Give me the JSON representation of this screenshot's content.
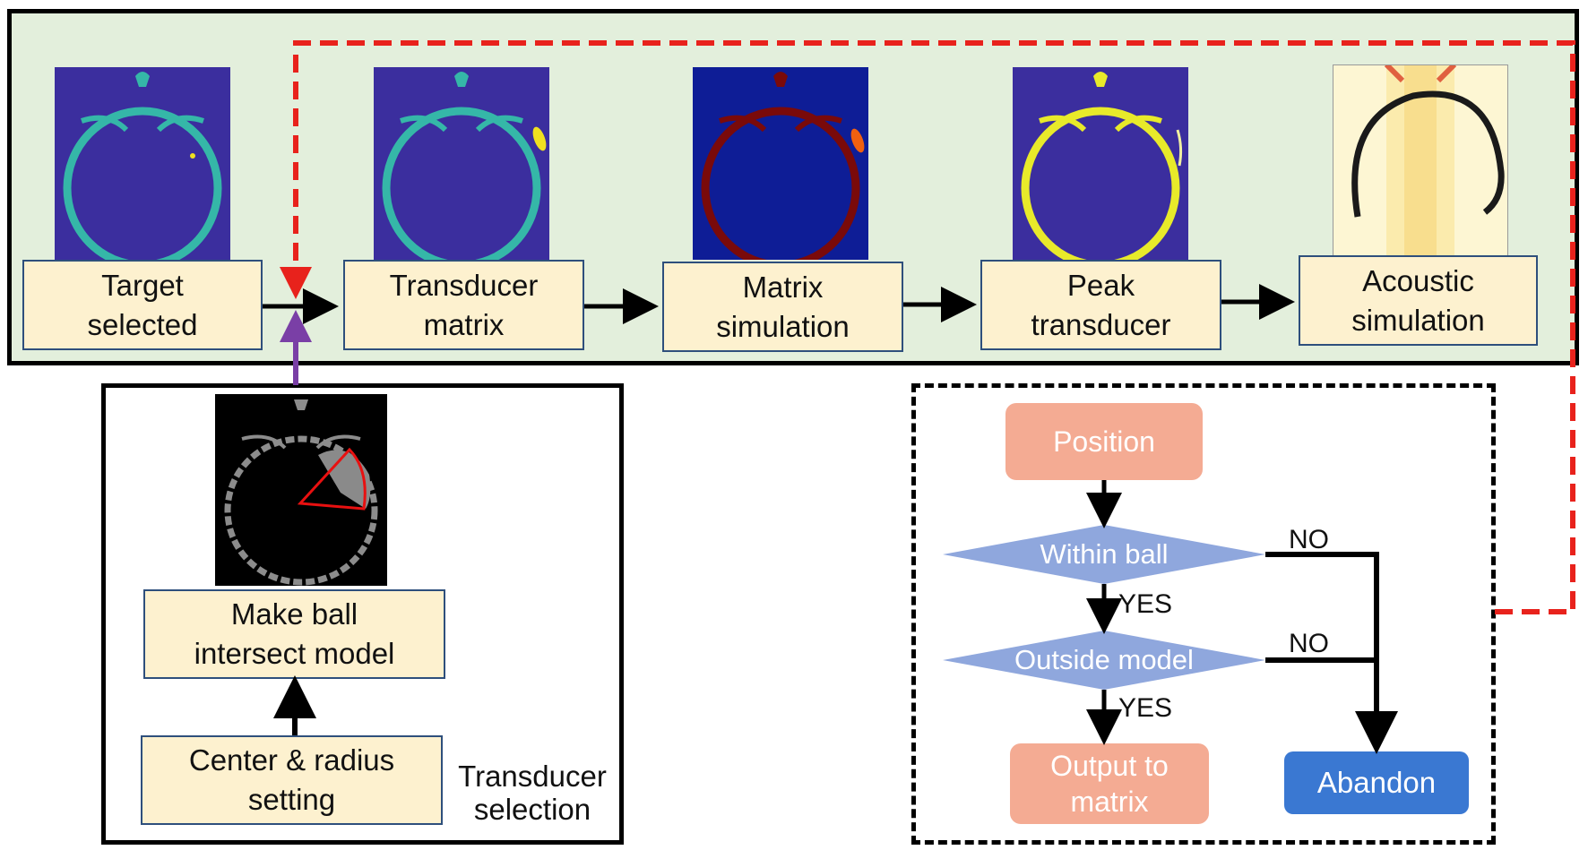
{
  "pipeline": {
    "steps": [
      {
        "label_line1": "Target",
        "label_line2": "selected"
      },
      {
        "label_line1": "Transducer",
        "label_line2": "matrix"
      },
      {
        "label_line1": "Matrix",
        "label_line2": "simulation"
      },
      {
        "label_line1": "Peak",
        "label_line2": "transducer"
      },
      {
        "label_line1": "Acoustic",
        "label_line2": "simulation"
      }
    ]
  },
  "selection": {
    "step_upper_line1": "Make ball",
    "step_upper_line2": "intersect model",
    "step_lower_line1": "Center & radius",
    "step_lower_line2": "setting",
    "panel_label_line1": "Transducer",
    "panel_label_line2": "selection"
  },
  "check": {
    "position": "Position",
    "within_ball": "Within ball",
    "outside_model": "Outside model",
    "output_line1": "Output to",
    "output_line2": "matrix",
    "abandon": "Abandon",
    "yes": "YES",
    "no": "NO"
  },
  "colors": {
    "panel_bg": "#e3efdc",
    "step_fill": "#fdf1cf",
    "step_border": "#2e4f7c",
    "feedback_arrow": "#e8221c",
    "up_arrow": "#7a3fa6",
    "salmon": "#f4ab93",
    "diamond": "#8fa7dd",
    "abandon": "#3a78d2",
    "ct_background": "#3b2e9e"
  }
}
